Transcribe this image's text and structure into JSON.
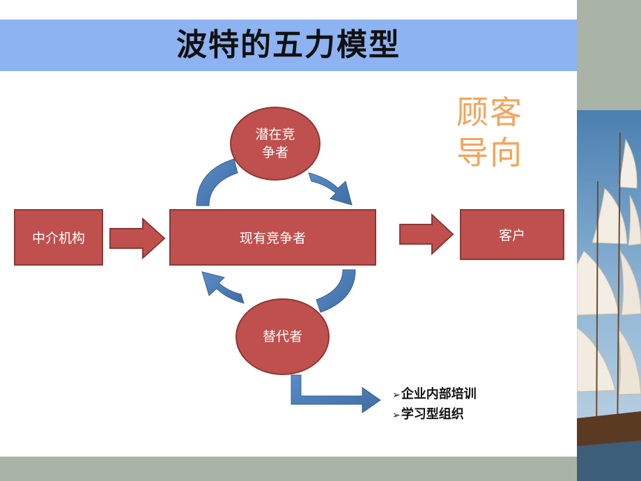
{
  "title": "波特的五力模型",
  "orientation_label": [
    "顾客",
    "导向"
  ],
  "nodes": {
    "intermediary": "中介机构",
    "existing_competitors": "现有竞争者",
    "customers": "客户",
    "potential_competitors": [
      "潜在竞",
      "争者"
    ],
    "substitutes": "替代者"
  },
  "bullets": [
    "企业内部培训",
    "学习型组织"
  ],
  "colors": {
    "title_band": "#8eb3f2",
    "node_fill": "#c0504d",
    "node_border": "#8c3836",
    "arrow_blue": "#4f81bd",
    "orientation_text": "#f6a35b",
    "side_band": "#a9b4a6"
  }
}
